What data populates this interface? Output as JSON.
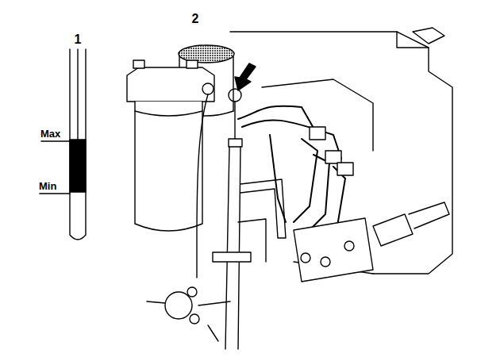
{
  "diagram": {
    "labels": [
      "1",
      "Max",
      "Min",
      "2"
    ]
  }
}
